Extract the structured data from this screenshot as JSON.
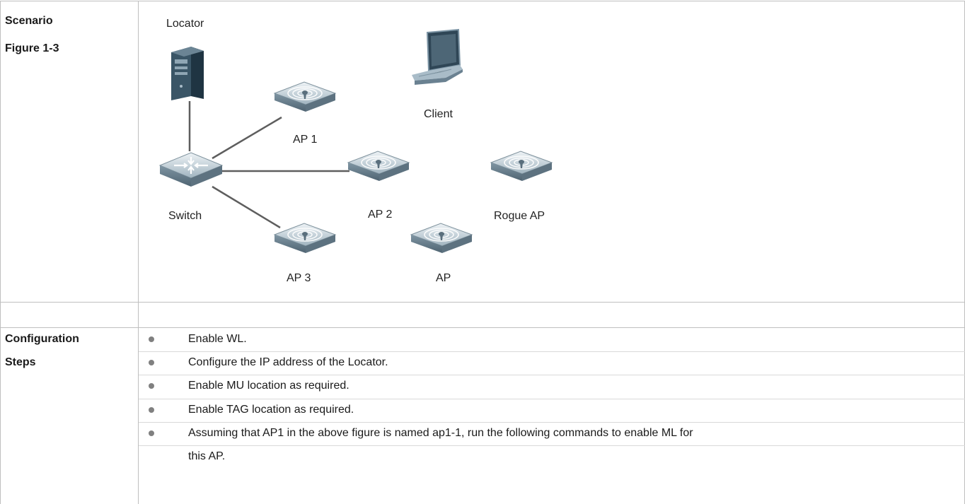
{
  "scenario": {
    "label": "Scenario",
    "figure_label": "Figure 1-3",
    "figure": {
      "nodes": {
        "locator": "Locator",
        "client": "Client",
        "ap1": "AP 1",
        "switch": "Switch",
        "ap2": "AP 2",
        "rogue_ap": "Rogue AP",
        "ap3": "AP 3",
        "ap": "AP"
      }
    }
  },
  "configuration": {
    "label_line1": "Configuration",
    "label_line2": "Steps",
    "steps": [
      "Enable WL.",
      "Configure the IP address of the Locator.",
      "Enable MU location as required.",
      "Enable TAG location as required.",
      "Assuming that AP1 in the above figure is named ap1-1, run the following commands to enable ML for",
      "this AP."
    ]
  }
}
